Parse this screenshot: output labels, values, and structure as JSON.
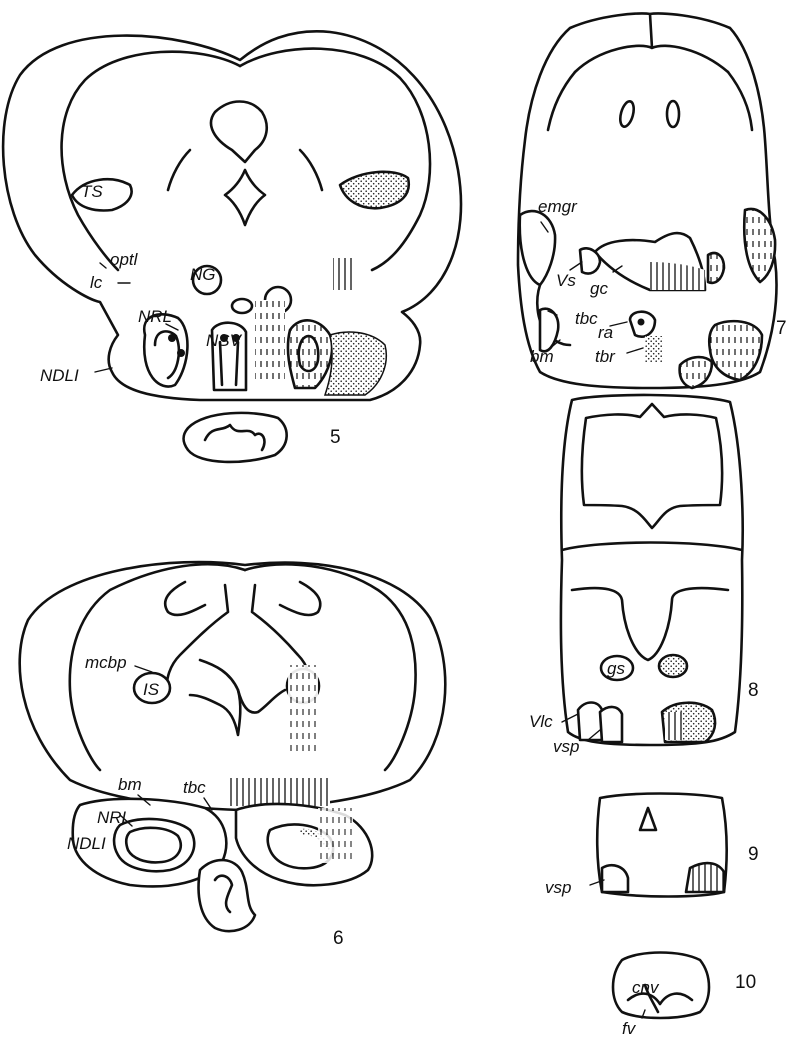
{
  "figures": {
    "fig5": {
      "number": "5",
      "labels": {
        "TS": "TS",
        "optl": "optl",
        "NG": "NG",
        "lc": "lc",
        "NRL": "NRL",
        "NSV": "NSV",
        "NDLI": "NDLI"
      }
    },
    "fig6": {
      "number": "6",
      "labels": {
        "mcbp": "mcbp",
        "IS": "IS",
        "bm": "bm",
        "tbc": "tbc",
        "NRL": "NRL",
        "NDLI": "NDLI"
      }
    },
    "fig7": {
      "number": "7",
      "labels": {
        "emgr": "emgr",
        "Vs": "Vs",
        "gc": "gc",
        "tbc": "tbc",
        "ra": "ra",
        "bm": "bm",
        "tbr": "tbr"
      }
    },
    "fig8": {
      "number": "8",
      "labels": {
        "gs": "gs",
        "Vlc": "Vlc",
        "vsp": "vsp"
      }
    },
    "fig9": {
      "number": "9",
      "labels": {
        "vsp": "vsp"
      }
    },
    "fig10": {
      "number": "10",
      "labels": {
        "cnv": "cnv",
        "fv": "fv"
      }
    }
  }
}
